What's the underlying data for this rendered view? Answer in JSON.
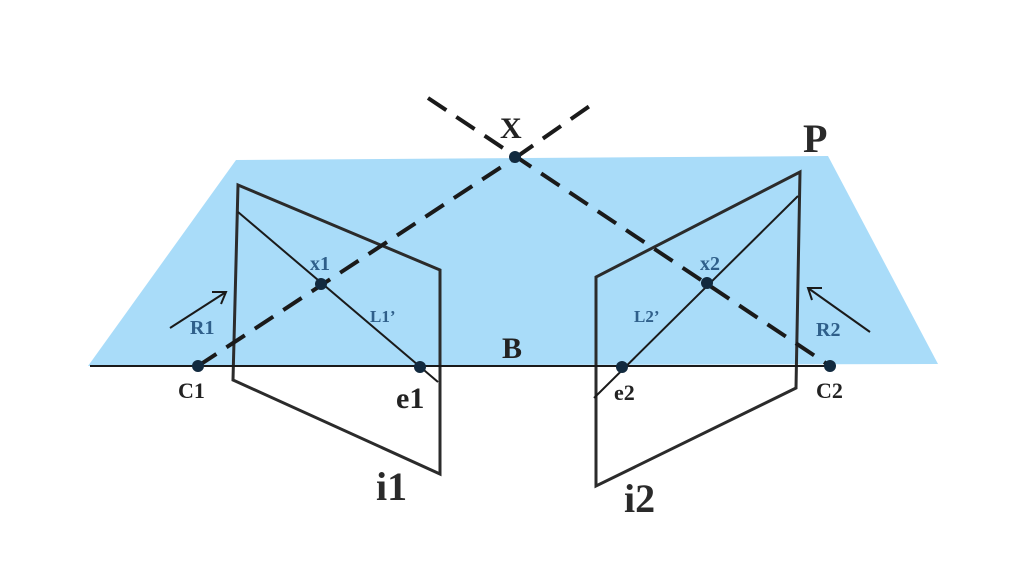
{
  "diagram": {
    "colors": {
      "plane": "#a9dcf9",
      "ink": "#1a1a1a",
      "inner_label": "#2f5f8a"
    },
    "labels": {
      "X": "X",
      "P": "P",
      "x1": "x1",
      "x2": "x2",
      "L1": "L1’",
      "L2": "L2’",
      "R1": "R1",
      "R2": "R2",
      "B": "B",
      "C1": "C1",
      "C2": "C2",
      "e1": "e1",
      "e2": "e2",
      "i1": "i1",
      "i2": "i2"
    }
  }
}
